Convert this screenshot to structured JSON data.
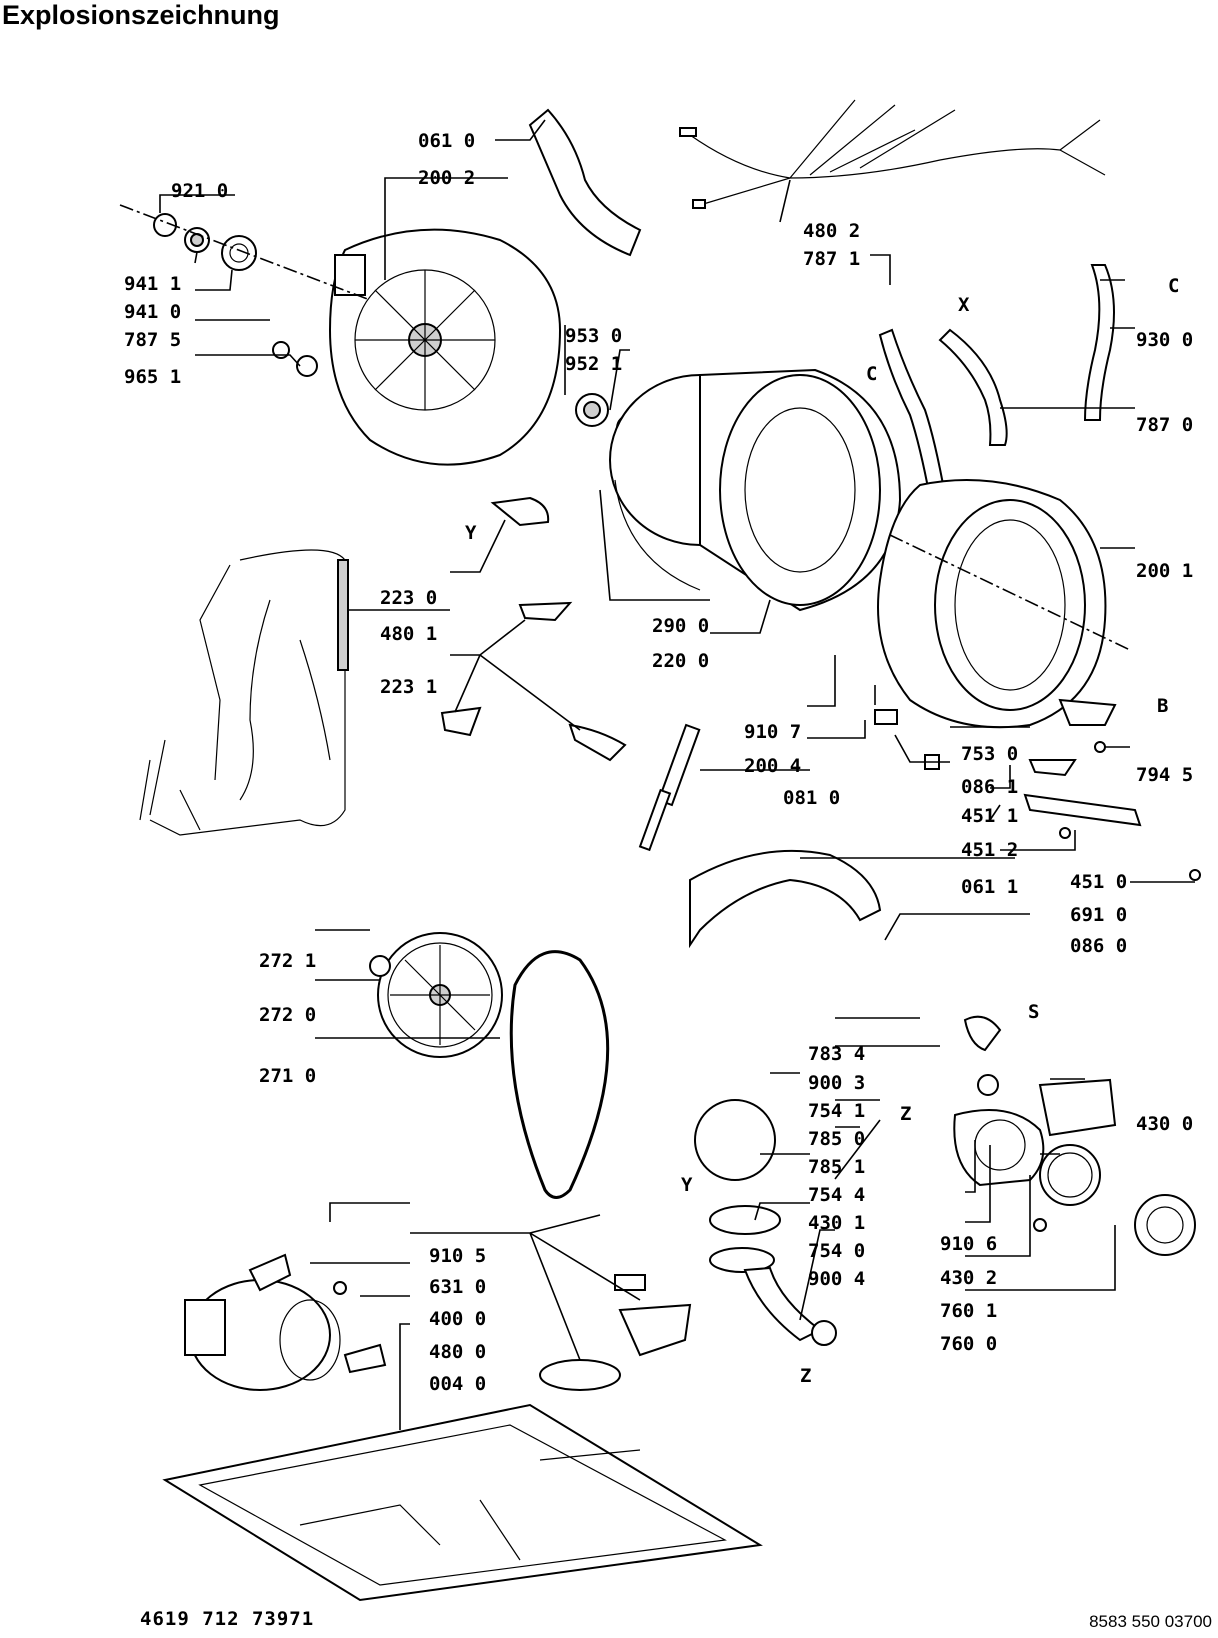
{
  "title": "Explosionszeichnung",
  "footer": {
    "left_code": "4619 712 73971",
    "right_code": "8583 550 03700"
  },
  "part_labels": [
    "061 0",
    "200 2",
    "921 0",
    "941 1",
    "941 0",
    "787 5",
    "965 1",
    "953 0",
    "952 1",
    "480 2",
    "787 1",
    "930 0",
    "787 0",
    "200 1",
    "223 0",
    "480 1",
    "223 1",
    "290 0",
    "220 0",
    "910 7",
    "200 4",
    "753 0",
    "794 5",
    "086 1",
    "451 1",
    "451 2",
    "451 0",
    "081 0",
    "061 1",
    "691 0",
    "086 0",
    "272 1",
    "272 0",
    "271 0",
    "783 4",
    "900 3",
    "754 1",
    "785 0",
    "785 1",
    "754 4",
    "430 1",
    "754 0",
    "900 4",
    "430 0",
    "910 6",
    "430 2",
    "760 1",
    "760 0",
    "910 5",
    "631 0",
    "400 0",
    "480 0",
    "004 0"
  ],
  "letter_markers": [
    "X",
    "C",
    "C",
    "Y",
    "B",
    "S",
    "Z",
    "Y",
    "Z"
  ]
}
